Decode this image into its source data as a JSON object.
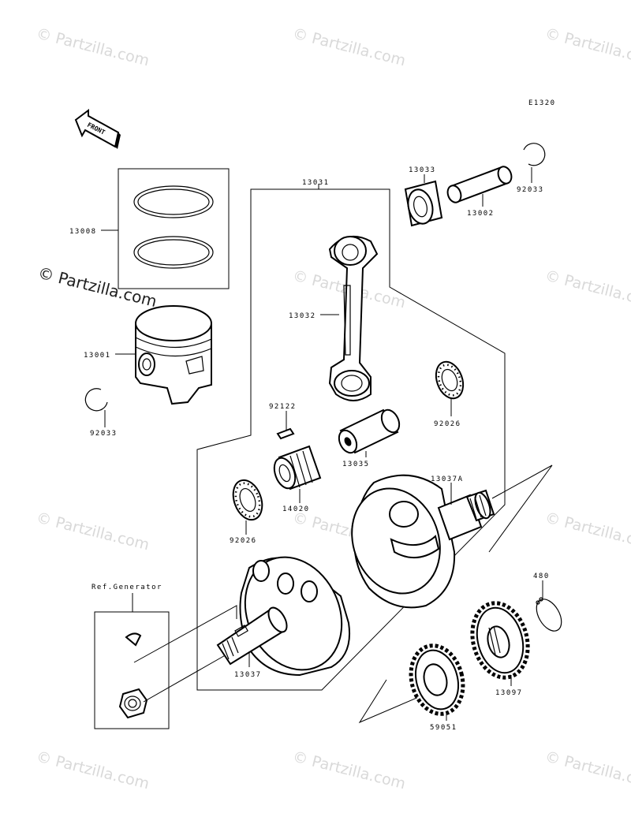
{
  "diagram_code": "E1320",
  "front_label": "FRONT",
  "ref_label": "Ref.Generator",
  "watermark": "Partzilla.com",
  "watermark_prefix": "©",
  "parts": {
    "p13008": "13008",
    "p13001": "13001",
    "p92033_left": "92033",
    "p13031": "13031",
    "p13033": "13033",
    "p13002": "13002",
    "p92033_right": "92033",
    "p13032": "13032",
    "p92026_right": "92026",
    "p92122": "92122",
    "p13035": "13035",
    "p14020": "14020",
    "p92026_left": "92026",
    "p13037A": "13037A",
    "p480": "480",
    "p13037": "13037",
    "p13097": "13097",
    "p59051": "59051"
  }
}
